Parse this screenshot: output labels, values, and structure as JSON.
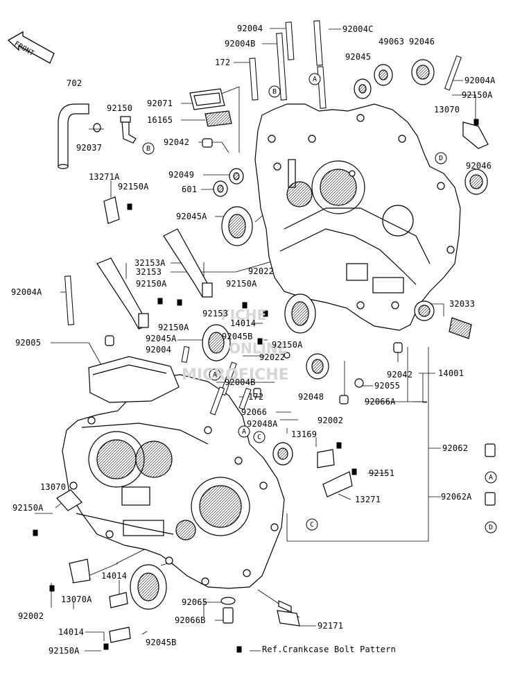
{
  "front_label": "FRONT",
  "watermark": {
    "line1": "FICHE",
    "line2": "ONLINE",
    "line3": "MICROFICHE"
  },
  "reference_note": "Ref.Crankcase Bolt Pattern",
  "callouts": {
    "A": "A",
    "B": "B",
    "C": "C",
    "D": "D"
  },
  "parts": {
    "p92004": "92004",
    "p92004C": "92004C",
    "p92004B_top": "92004B",
    "p49063": "49063",
    "p92046_top": "92046",
    "p92045_top": "92045",
    "p172_top": "172",
    "p92004A_top": "92004A",
    "p92150A_top": "92150A",
    "p702": "702",
    "p92071": "92071",
    "p92150_top": "92150",
    "p13070_top": "13070",
    "p16165": "16165",
    "p92037": "92037",
    "p92042_top": "92042",
    "p92049": "92049",
    "p92046_mid": "92046",
    "p601": "601",
    "p13271A": "13271A",
    "p92150A_mid1": "92150A",
    "p92045A_mid": "92045A",
    "p32153A": "32153A",
    "p32153": "32153",
    "p92022_top": "92022",
    "p92150A_mid2": "92150A",
    "p92150A_mid3": "92150A",
    "p92004A_left": "92004A",
    "p32033": "32033",
    "p92153": "92153",
    "p92150A_mid4": "92150A",
    "p14014_mid": "14014",
    "p92045A_low": "92045A",
    "p92045B_mid": "92045B",
    "p92005": "92005",
    "p92150A_mid5": "92150A",
    "p92004_mid": "92004",
    "p92022_mid": "92022",
    "p92042_mid": "92042",
    "p14001": "14001",
    "p92004B_mid": "92004B",
    "p92055": "92055",
    "p92048": "92048",
    "p172_mid": "172",
    "p92066A": "92066A",
    "p92066": "92066",
    "p92002_mid": "92002",
    "p92048A": "92048A",
    "p13169": "13169",
    "p92062": "92062",
    "p92151": "92151",
    "p13070_left": "13070",
    "p92150A_left": "92150A",
    "p13271": "13271",
    "p92062A": "92062A",
    "p14014_low": "14014",
    "p13070A": "13070A",
    "p92065": "92065",
    "p92002_low": "92002",
    "p92066B": "92066B",
    "p92171": "92171",
    "p14014_bot": "14014",
    "p92045B_bot": "92045B",
    "p92150A_bot": "92150A"
  }
}
